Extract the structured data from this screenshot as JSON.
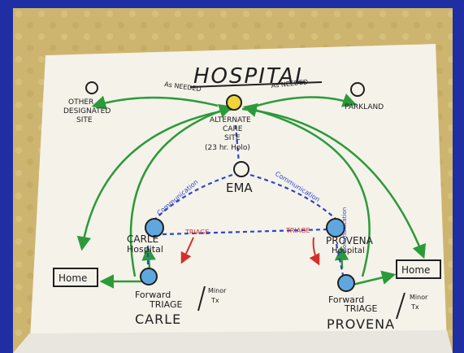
{
  "photo": {
    "title": "HOSPITAL",
    "nodes": {
      "other_site": [
        "OTHER",
        "DESIGNATED",
        "SITE"
      ],
      "parkland": "PARKLAND",
      "alternate_care_site": [
        "ALTERNATE",
        "CARE",
        "SITE",
        "(23 hr. Holo)"
      ],
      "ema": "EMA",
      "carle_hospital": [
        "CARLE",
        "Hospital"
      ],
      "provena_hospital": [
        "PROVENA",
        "Hospital"
      ],
      "home_left": "Home",
      "home_right": "Home",
      "forward_carle": [
        "Forward",
        "TRIAGE",
        "CARLE"
      ],
      "forward_provena": [
        "Forward",
        "TRIAGE",
        "PROVENA"
      ],
      "minor_carle": [
        "Minor",
        "Tx"
      ],
      "minor_provena": [
        "Minor",
        "Tx"
      ]
    },
    "labels": {
      "as_needed_left": "As NEEDED",
      "as_needed_right": "As NEEDED",
      "communication_left": "Communication",
      "communication_right": "Communication",
      "communication_provena": "Communication",
      "triage_left": "TRIAGE",
      "triage_right": "TRIAGE"
    }
  },
  "colors": {
    "slide_background": "#1f2fa3",
    "wallpaper": "#cdb56f",
    "paper": "#f5f2ea",
    "green_ink": "#2c9a3a",
    "blue_ink": "#2c45c8",
    "red_ink": "#d2302b",
    "black_ink": "#202020"
  }
}
